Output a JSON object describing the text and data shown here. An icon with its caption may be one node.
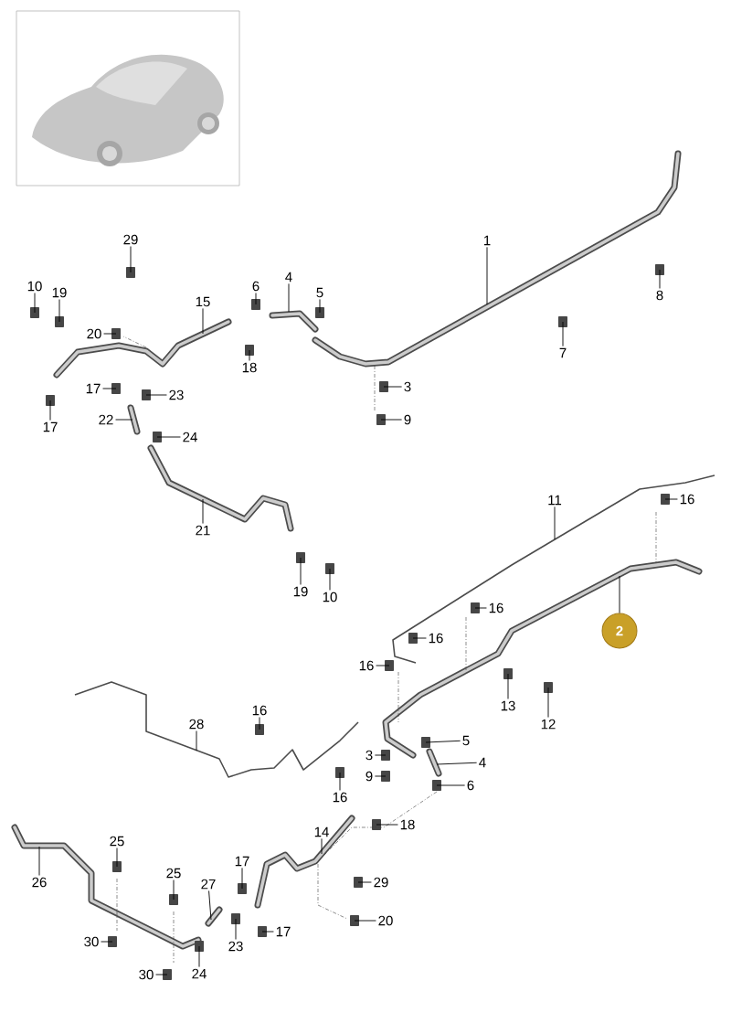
{
  "diagram": {
    "nodes": [
      {
        "text": [
          "29"
        ]
      },
      {
        "text": [
          "10"
        ]
      },
      {
        "text": [
          "19"
        ]
      },
      {
        "text": [
          "20"
        ]
      },
      {
        "text": [
          "15"
        ]
      },
      {
        "text": [
          "6"
        ]
      },
      {
        "text": [
          "18"
        ]
      },
      {
        "text": [
          "4"
        ]
      },
      {
        "text": [
          "5"
        ]
      },
      {
        "text": [
          "1"
        ]
      },
      {
        "text": [
          "8"
        ]
      },
      {
        "text": [
          "7"
        ]
      },
      {
        "text": [
          "3"
        ]
      },
      {
        "text": [
          "9"
        ]
      },
      {
        "text": [
          "17"
        ]
      },
      {
        "text": [
          "23"
        ]
      },
      {
        "text": [
          "17"
        ]
      },
      {
        "text": [
          "22"
        ]
      },
      {
        "text": [
          "24"
        ]
      },
      {
        "text": [
          "21"
        ]
      },
      {
        "text": [
          "19"
        ]
      },
      {
        "text": [
          "10"
        ]
      },
      {
        "text": [
          "11"
        ]
      },
      {
        "text": [
          "16"
        ]
      },
      {
        "text": [
          "2"
        ]
      },
      {
        "text": [
          "16"
        ]
      },
      {
        "text": [
          "16"
        ]
      },
      {
        "text": [
          "16"
        ]
      },
      {
        "text": [
          "13"
        ]
      },
      {
        "text": [
          "12"
        ]
      },
      {
        "text": [
          "5"
        ]
      },
      {
        "text": [
          "4"
        ]
      },
      {
        "text": [
          "6"
        ]
      },
      {
        "text": [
          "28"
        ]
      },
      {
        "text": [
          "16"
        ]
      },
      {
        "text": [
          "3"
        ]
      },
      {
        "text": [
          "9"
        ]
      },
      {
        "text": [
          "16"
        ]
      },
      {
        "text": [
          "18"
        ]
      },
      {
        "text": [
          "14"
        ]
      },
      {
        "text": [
          "25"
        ]
      },
      {
        "text": [
          "26"
        ]
      },
      {
        "text": [
          "25"
        ]
      },
      {
        "text": [
          "17"
        ]
      },
      {
        "text": [
          "27"
        ]
      },
      {
        "text": [
          "29"
        ]
      },
      {
        "text": [
          "20"
        ]
      },
      {
        "text": [
          "17"
        ]
      },
      {
        "text": [
          "30"
        ]
      },
      {
        "text": [
          "23"
        ]
      },
      {
        "text": [
          "30"
        ]
      },
      {
        "text": [
          "24"
        ]
      }
    ],
    "edges": [
      {
        "from": 0,
        "to": null,
        "arrow": "none"
      },
      {
        "from": 1,
        "to": null,
        "arrow": "none"
      },
      {
        "from": 2,
        "to": null,
        "arrow": "none"
      },
      {
        "from": 3,
        "to": null,
        "arrow": "none"
      },
      {
        "from": 4,
        "to": null,
        "arrow": "none"
      },
      {
        "from": 5,
        "to": null,
        "arrow": "none"
      },
      {
        "from": 6,
        "to": null,
        "arrow": "none"
      },
      {
        "from": 7,
        "to": null,
        "arrow": "none"
      },
      {
        "from": 8,
        "to": null,
        "arrow": "none"
      },
      {
        "from": 9,
        "to": null,
        "arrow": "none"
      },
      {
        "from": 10,
        "to": null,
        "arrow": "none"
      },
      {
        "from": 11,
        "to": null,
        "arrow": "none"
      },
      {
        "from": 12,
        "to": null,
        "arrow": "none"
      },
      {
        "from": 13,
        "to": null,
        "arrow": "none"
      },
      {
        "from": 14,
        "to": null,
        "arrow": "none"
      },
      {
        "from": 15,
        "to": null,
        "arrow": "none"
      },
      {
        "from": 16,
        "to": null,
        "arrow": "none"
      },
      {
        "from": 17,
        "to": null,
        "arrow": "none"
      },
      {
        "from": 18,
        "to": null,
        "arrow": "none"
      },
      {
        "from": 19,
        "to": null,
        "arrow": "none"
      },
      {
        "from": 20,
        "to": null,
        "arrow": "none"
      },
      {
        "from": 21,
        "to": null,
        "arrow": "none"
      },
      {
        "from": 22,
        "to": null,
        "arrow": "none"
      },
      {
        "from": 23,
        "to": null,
        "arrow": "none"
      },
      {
        "from": 24,
        "to": null,
        "arrow": "none"
      },
      {
        "from": 25,
        "to": null,
        "arrow": "none"
      },
      {
        "from": 26,
        "to": null,
        "arrow": "none"
      },
      {
        "from": 27,
        "to": null,
        "arrow": "none"
      },
      {
        "from": 28,
        "to": null,
        "arrow": "none"
      },
      {
        "from": 29,
        "to": null,
        "arrow": "none"
      },
      {
        "from": 30,
        "to": null,
        "arrow": "none"
      },
      {
        "from": 31,
        "to": null,
        "arrow": "none"
      },
      {
        "from": 32,
        "to": null,
        "arrow": "none"
      },
      {
        "from": 33,
        "to": null,
        "arrow": "none"
      },
      {
        "from": 34,
        "to": null,
        "arrow": "none"
      },
      {
        "from": 35,
        "to": null,
        "arrow": "none"
      },
      {
        "from": 36,
        "to": null,
        "arrow": "none"
      },
      {
        "from": 37,
        "to": null,
        "arrow": "none"
      },
      {
        "from": 38,
        "to": null,
        "arrow": "none"
      },
      {
        "from": 39,
        "to": null,
        "arrow": "none"
      },
      {
        "from": 40,
        "to": null,
        "arrow": "none"
      },
      {
        "from": 41,
        "to": null,
        "arrow": "none"
      },
      {
        "from": 42,
        "to": null,
        "arrow": "none"
      },
      {
        "from": 43,
        "to": null,
        "arrow": "none"
      },
      {
        "from": 44,
        "to": null,
        "arrow": "none"
      },
      {
        "from": 45,
        "to": null,
        "arrow": "none"
      },
      {
        "from": 46,
        "to": null,
        "arrow": "none"
      },
      {
        "from": 47,
        "to": null,
        "arrow": "none"
      },
      {
        "from": 48,
        "to": null,
        "arrow": "none"
      },
      {
        "from": 49,
        "to": null,
        "arrow": "none"
      },
      {
        "from": 50,
        "to": null,
        "arrow": "none"
      },
      {
        "from": 51,
        "to": null,
        "arrow": "none"
      }
    ]
  }
}
